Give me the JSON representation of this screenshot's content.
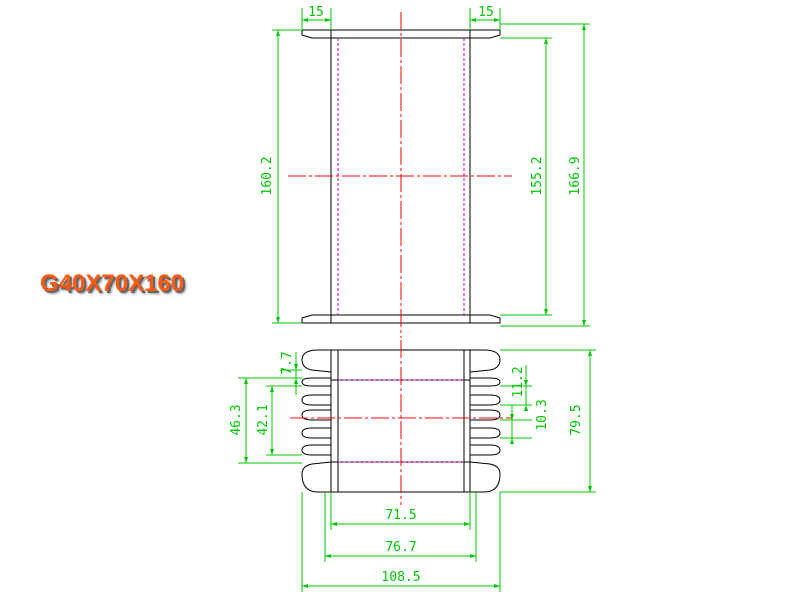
{
  "title": "G40X70X160",
  "colors": {
    "outline": "#000000",
    "dimension": "#00c800",
    "centerline": "#ff0000",
    "hidden": "#c000c0",
    "title": "#ff5a14"
  },
  "dimensions": {
    "flange_left": "15",
    "flange_right": "15",
    "height_left": "160.2",
    "height_inner": "155.2",
    "height_total": "166.9",
    "pin_gap": "7.7",
    "span_outer_left": "46.3",
    "span_inner_left": "42.1",
    "pitch_upper": "11.2",
    "pitch_lower": "10.3",
    "height_bottom": "79.5",
    "width_inner": "71.5",
    "width_mid": "76.7",
    "width_total": "108.5"
  }
}
